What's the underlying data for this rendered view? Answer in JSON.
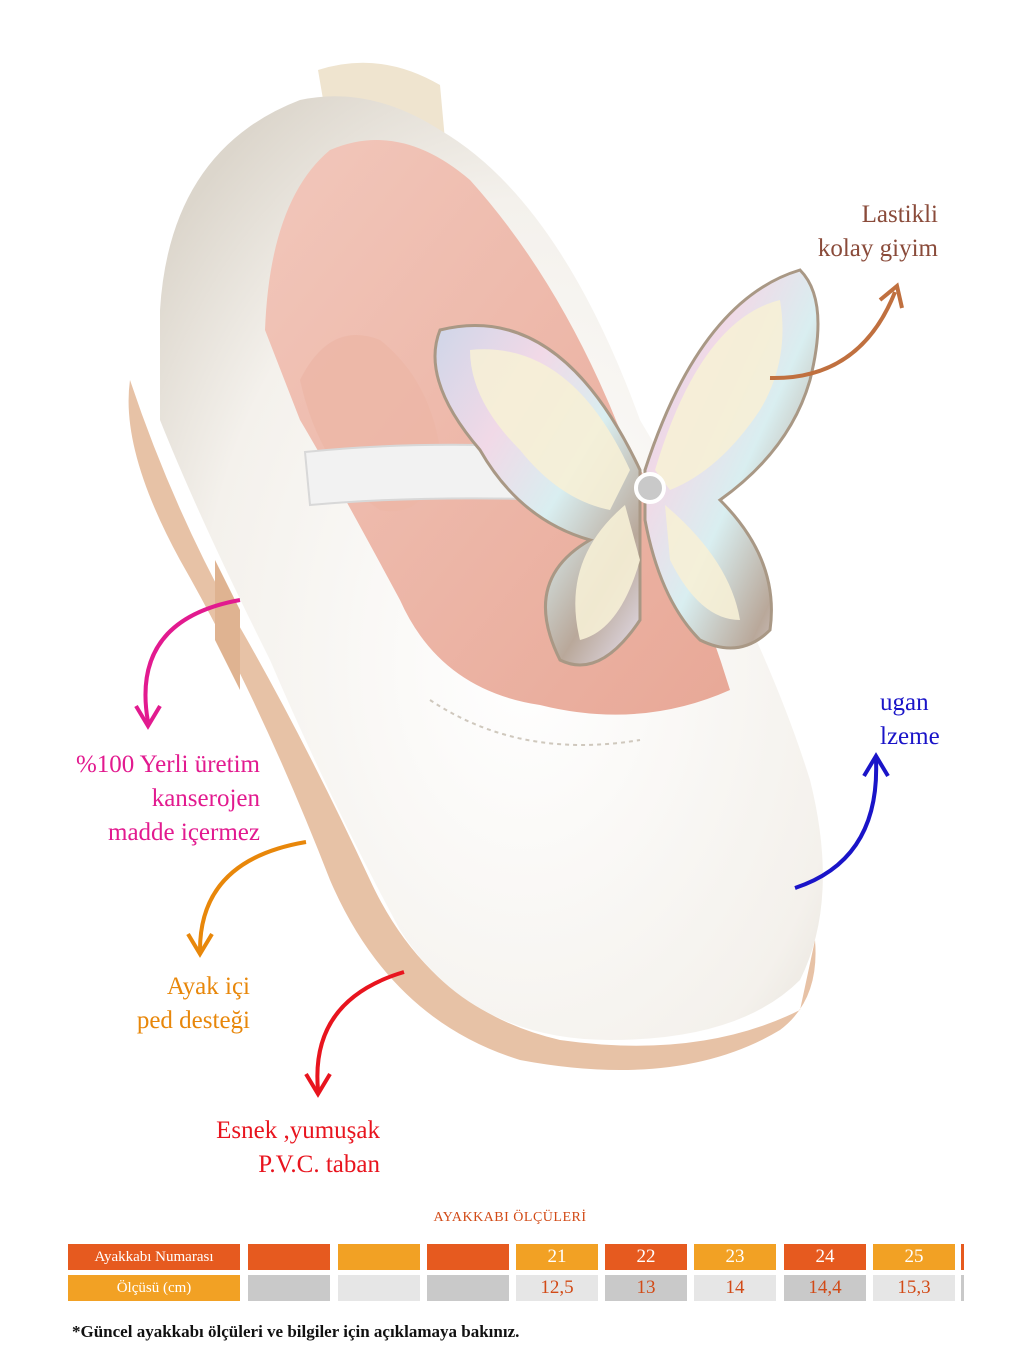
{
  "annotations": {
    "elastic": [
      "Lastikli",
      "kolay giyim"
    ],
    "local": [
      "%100 Yerli üretim",
      "kanserojen",
      "madde içermez"
    ],
    "insole": [
      "Ayak içi",
      "ped desteği"
    ],
    "sole": [
      "Esnek ,yumuşak",
      "P.V.C. taban"
    ],
    "material": [
      "ugan",
      "lzeme"
    ]
  },
  "colors": {
    "elastic": "#8a4b3a",
    "local": "#e21a8f",
    "insole": "#e8870a",
    "sole": "#e8141e",
    "material": "#1a14c8",
    "orange_dark": "#e65a1f",
    "orange_light": "#f2a124",
    "gray_dark": "#c9c9c9",
    "gray_light": "#e6e6e6"
  },
  "size_table": {
    "title": "AYAKKABI ÖLÇÜLERİ",
    "row1_label": "Ayakkabı Numarası",
    "row2_label": "Ölçüsü (cm)",
    "sizes": [
      "",
      "",
      "",
      "21",
      "22",
      "23",
      "24",
      "25"
    ],
    "lengths": [
      "",
      "",
      "",
      "12,5",
      "13",
      "14",
      "14,4",
      "15,3"
    ]
  },
  "footnote": "*Güncel ayakkabı ölçüleri ve bilgiler için açıklamaya bakınız."
}
